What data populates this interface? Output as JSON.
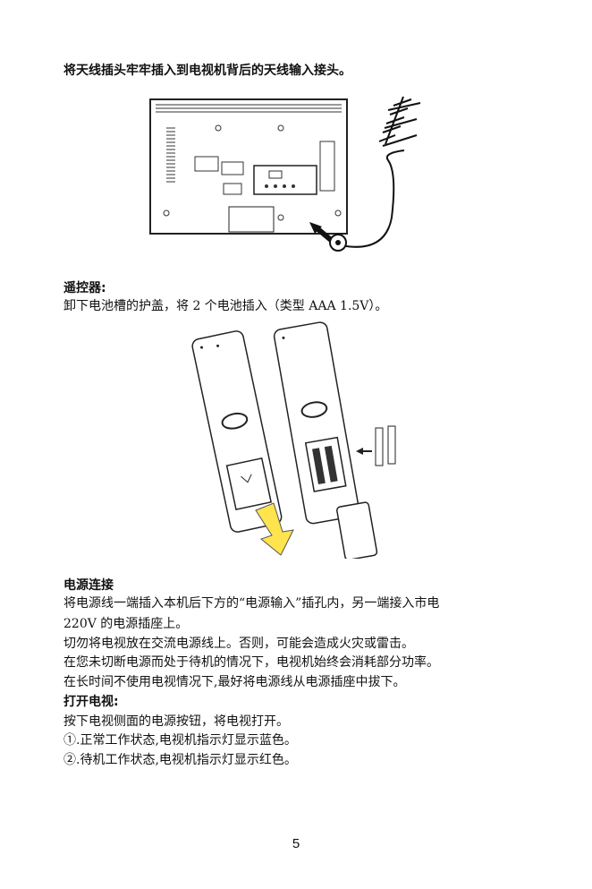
{
  "antenna_instruction": "将天线插头牢牢插入到电视机背后的天线输入接头。",
  "remote": {
    "heading": "遥控器:",
    "instruction": "卸下电池槽的护盖，将 2 个电池插入（类型 AAA 1.5V）。"
  },
  "power": {
    "heading": "电源连接",
    "lines": [
      "将电源线一端插入本机后下方的“电源输入”插孔内，另一端接入市电",
      "220V 的电源插座上。",
      "切勿将电视放在交流电源线上。否则，可能会造成火灾或雷击。",
      "在您未切断电源而处于待机的情况下，电视机始终会消耗部分功率。",
      "在长时间不使用电视情况下,最好将电源线从电源插座中拔下。"
    ]
  },
  "turn_on": {
    "heading": "打开电视:",
    "lines": [
      "按下电视侧面的电源按钮，将电视打开。",
      "①.正常工作状态,电视机指示灯显示蓝色。",
      "②.待机工作状态,电视机指示灯显示红色。"
    ]
  },
  "page_number": "5"
}
